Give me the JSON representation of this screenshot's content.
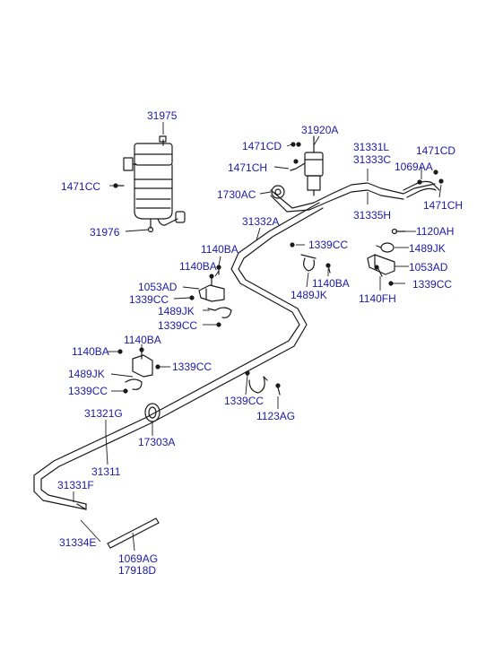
{
  "diagram": {
    "line_color": "#1a1a1a",
    "label_color": "#1a1aa8"
  },
  "labels": {
    "l31975": "31975",
    "l1471CC": "1471CC",
    "l31976": "31976",
    "l31920A": "31920A",
    "l1471CD_a": "1471CD",
    "l1471CH_a": "1471CH",
    "l1730AC": "1730AC",
    "l31331L": "31331L",
    "l31333C": "31333C",
    "l1471CD_b": "1471CD",
    "l1069AA": "1069AA",
    "l1471CH_b": "1471CH",
    "l31335H": "31335H",
    "l31332A": "31332A",
    "l1120AH": "1120AH",
    "l1339CC_a": "1339CC",
    "l1489JK_a": "1489JK",
    "l1140BA_a": "1140BA",
    "l1140BA_b": "1140BA",
    "l1053AD_a": "1053AD",
    "l1140BA_c": "1140BA",
    "l1053AD_b": "1053AD",
    "l1489JK_b": "1489JK",
    "l1339CC_b": "1339CC",
    "l1140FH": "1140FH",
    "l1339CC_c": "1339CC",
    "l1489JK_c": "1489JK",
    "l1339CC_d": "1339CC",
    "l1140BA_d": "1140BA",
    "l1140BA_e": "1140BA",
    "l1489JK_d": "1489JK",
    "l1339CC_e": "1339CC",
    "l1339CC_f": "1339CC",
    "l1339CC_g": "1339CC",
    "l1123AG": "1123AG",
    "l31321G": "31321G",
    "l17303A": "17303A",
    "l31311": "31311",
    "l31331F": "31331F",
    "l31334E": "31334E",
    "l1069AG": "1069AG",
    "l17918D": "17918D"
  }
}
